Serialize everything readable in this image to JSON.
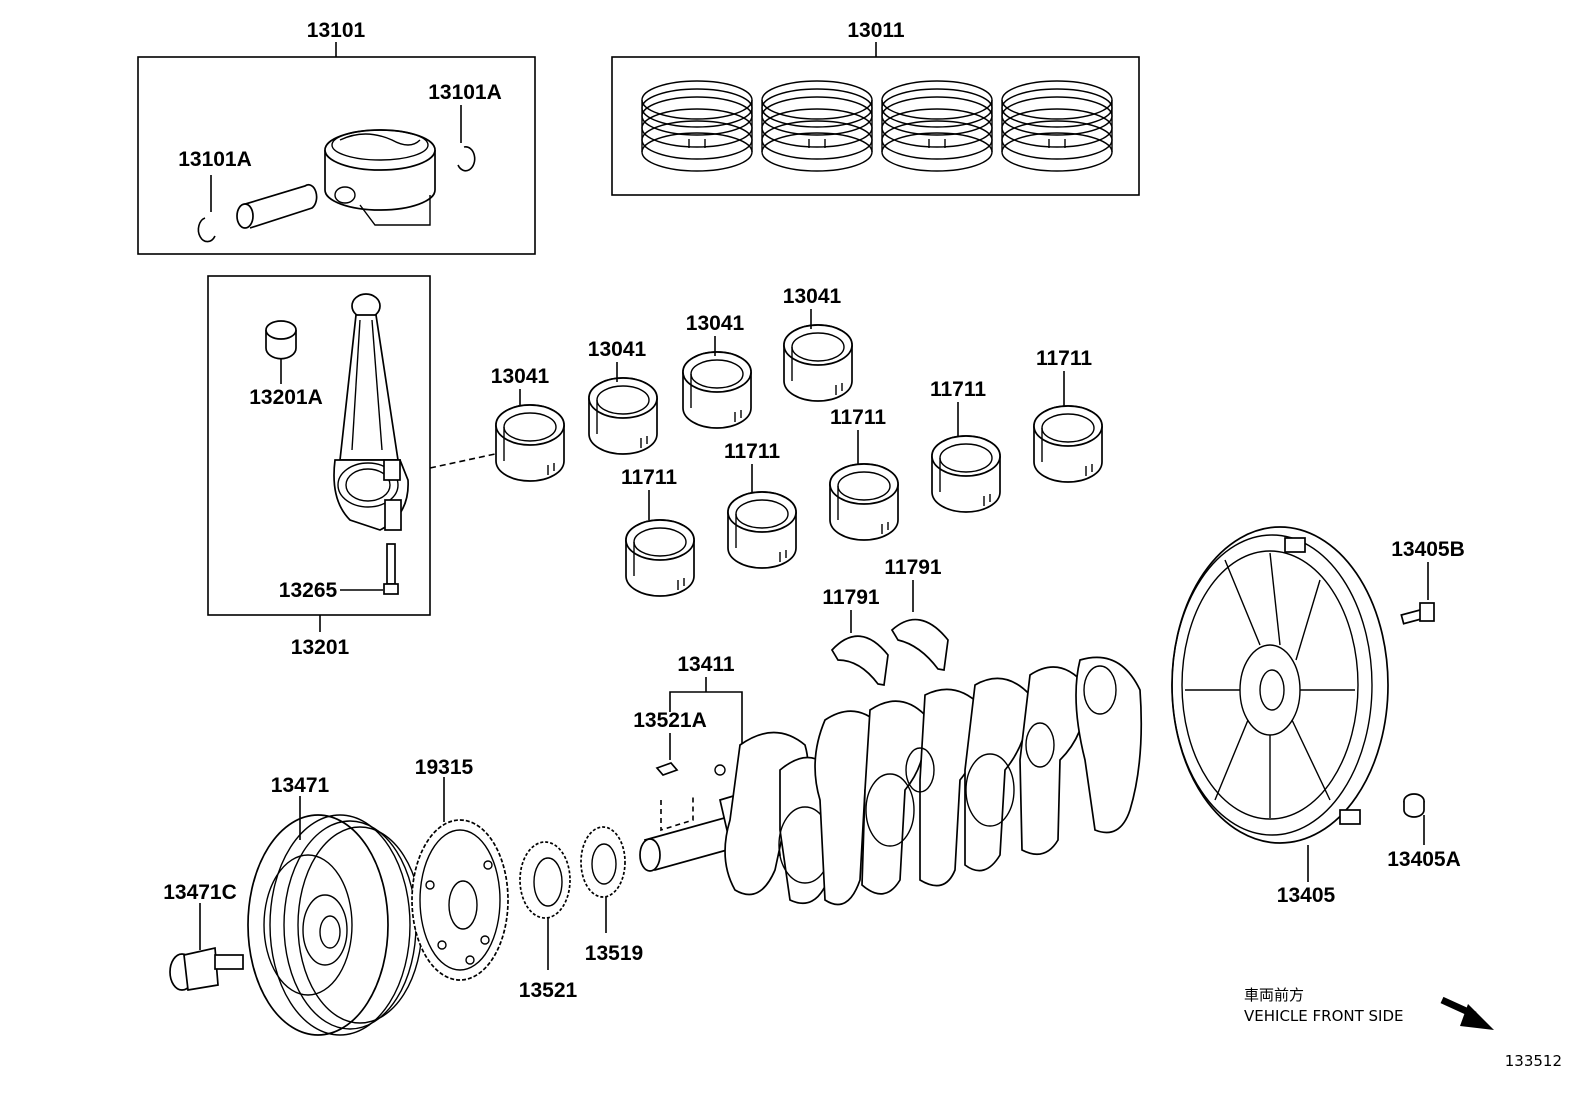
{
  "diagram_id": "133512",
  "parts": {
    "piston_assembly": "13101",
    "snap_ring_right": "13101A",
    "snap_ring_left": "13101A",
    "piston_ring_set": "13011",
    "connecting_rod_assembly": "13201",
    "rod_bushing": "13201A",
    "rod_bolt": "13265",
    "rod_bearing_1": "13041",
    "rod_bearing_2": "13041",
    "rod_bearing_3": "13041",
    "rod_bearing_4": "13041",
    "main_bearing_1": "11711",
    "main_bearing_2": "11711",
    "main_bearing_3": "11711",
    "main_bearing_4": "11711",
    "main_bearing_5": "11711",
    "thrust_washer_left": "11791",
    "thrust_washer_right": "11791",
    "crankshaft": "13411",
    "crankshaft_key": "13521A",
    "flywheel": "13405",
    "flywheel_bolt": "13405B",
    "flywheel_dowel": "13405A",
    "crank_pulley": "13471",
    "pulley_bolt": "13471C",
    "signal_plate": "19315",
    "timing_sprocket": "13521",
    "oil_pump_sprocket": "13519"
  },
  "orientation": {
    "label_jp": "車両前方",
    "label_en": "VEHICLE FRONT SIDE"
  }
}
